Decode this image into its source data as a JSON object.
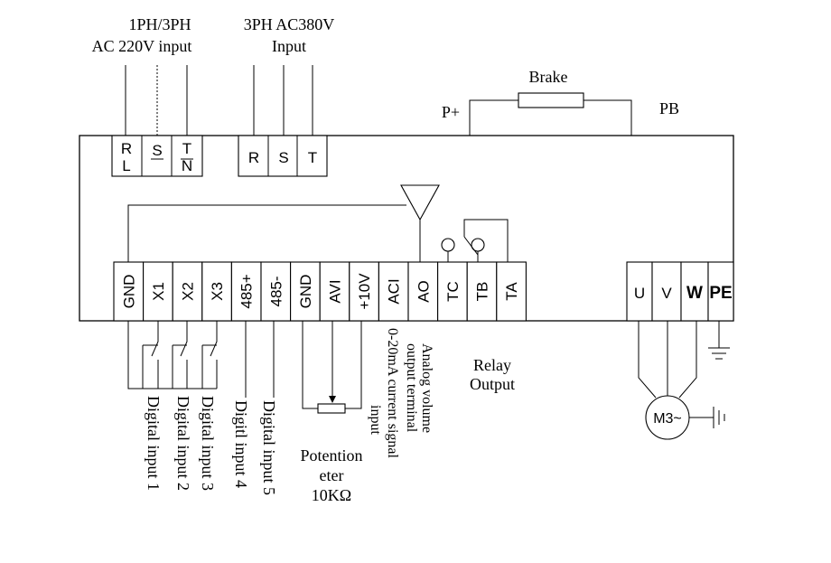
{
  "supply": {
    "single_line1": "1PH/3PH",
    "single_line2": "AC 220V input",
    "three_line1": "3PH AC380V",
    "three_line2": "Input"
  },
  "brake": {
    "label": "Brake",
    "p_plus": "P+",
    "pb": "PB"
  },
  "power_terminals": {
    "r_top": "R",
    "r_bot": "L",
    "s": "S",
    "t_top": "T",
    "t_bot": "N",
    "r3": "R",
    "s3": "S",
    "t3": "T"
  },
  "control_terminals": [
    "GND",
    "X1",
    "X2",
    "X3",
    "485+",
    "485-",
    "GND",
    "AVI",
    "+10V",
    "ACI",
    "AO",
    "TC",
    "TB",
    "TA"
  ],
  "output_terminals": [
    "U",
    "V",
    "W",
    "PE"
  ],
  "motor": {
    "label": "M3~"
  },
  "labels": {
    "digital_1": "Digital input 1",
    "digital_2": "Digital input 2",
    "digital_3": "Digital input 3",
    "digital_4": "Digitl input 4",
    "digital_5": "Digital input 5",
    "pot_line1": "Potention",
    "pot_line2": "eter",
    "pot_line3": "10KΩ",
    "aci_line1": "0-20mA current signal",
    "aci_line2": "input",
    "ao_line1": "Analog volume",
    "ao_line2": "output terminal",
    "relay_line1": "Relay",
    "relay_line2": "Output"
  }
}
